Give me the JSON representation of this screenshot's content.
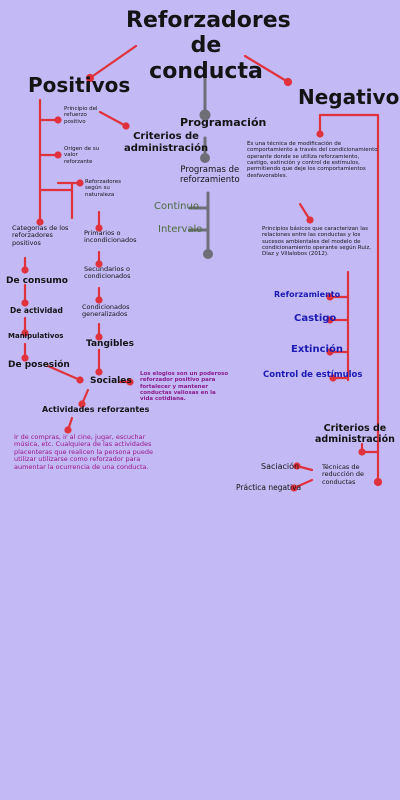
{
  "title": "Reforzadores de\nconducta",
  "positivos": {
    "label": "Positivos",
    "principio": "Principio del\nrefuerzo\npositivo",
    "origen": "Origen de su\nvalor\nreforzante",
    "reforzadores_segun": "Reforzadores\nsegún su\nnaturaleza",
    "categorias": "Categorías de los\nreforzadores\npositivos",
    "de_consumo": "De consumo",
    "de_actividad": "De actividad",
    "manipulativos": "Manipulativos",
    "de_posesion": "De posesión",
    "primarios": "Primarios o\nincondicionados",
    "secundarios": "Secundarios o\ncondicionados",
    "condicionados_generalizados": "Condicionados\ngeneralizados",
    "tangibles": "Tangibles",
    "sociales": "Sociales",
    "sociales_note": "Los elogios son un poderoso\nreforzador positivo para\nfortalecer y mantener\nconductas valiosas en la\nvida cotidiana.",
    "actividades": "Actividades reforzantes",
    "actividades_note": "Ir de compras, ir al cine, jugar, escuchar\nmúsica, etc. Cualquiera de las actividades\nplacenteras que realicen la persona puede\nutilizar utilizarse como reforzador para\naumentar la ocurrencia de una conducta."
  },
  "criterios_left": "Criterios de\nadministración",
  "programacion": {
    "label": "Programación",
    "programas": "Programas de\nreforzamiento",
    "continuo": "Continuo",
    "intervalo": "Intervalo"
  },
  "negativos": {
    "label": "Negativos",
    "definicion": "Es una técnica de modificación de\ncomportamiento a través del condicionamiento\noperante donde se utiliza  reforzamiento,\ncastigo, extinción y control de estímulos,\npermitiendo que deje los comportamientos\ndesfavorables.",
    "principios": "Principios básicos que caracterizan las\nrelaciones entre las conductas y los\nsucesos ambientales del modelo de\ncondicionamiento operante según Ruiz,\nDíaz y Villalobos (2012).",
    "reforzamiento": "Reforzamiento",
    "castigo": "Castigo",
    "extincion": "Extinción",
    "control": "Control de estímulos",
    "criterios": "Criterios de\nadministración",
    "tecnicas": "Técnicas de\nreducción de\nconductas",
    "saciacion": "Saciación",
    "practica": "Práctica negativa"
  },
  "colors": {
    "background": "#c3b9f5",
    "red": "#e0323c",
    "gray": "#6e6e76",
    "blue": "#1b1bb4",
    "purple": "#8a1a8a"
  }
}
